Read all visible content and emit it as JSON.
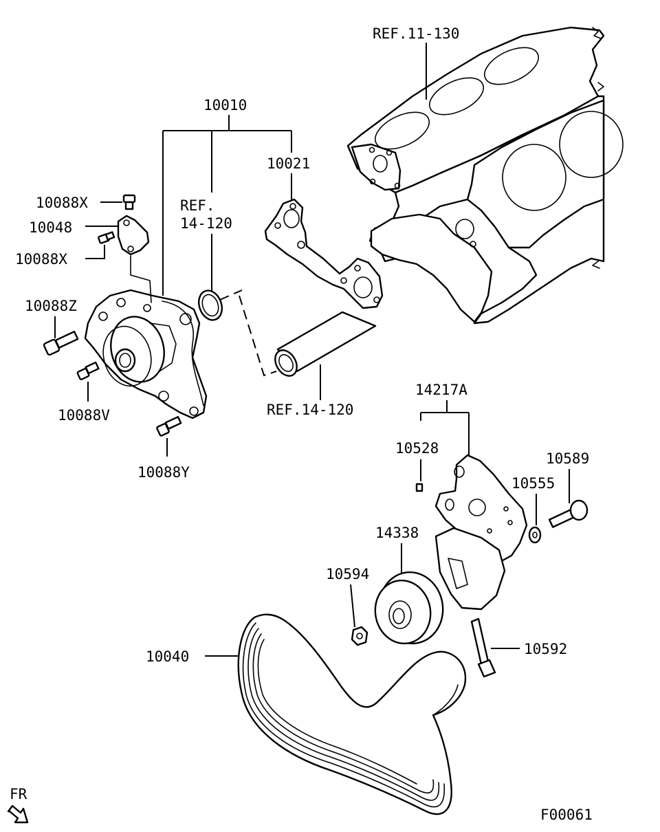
{
  "labels": {
    "ref_11_130": "REF.11-130",
    "p10010": "10010",
    "p10021": "10021",
    "p10088x_top": "10088X",
    "p10048": "10048",
    "p10088x_bottom": "10088X",
    "ref_14_120_a_line1": "REF.",
    "ref_14_120_a_line2": "14-120",
    "p10088z": "10088Z",
    "p10088v": "10088V",
    "p10088y": "10088Y",
    "ref_14_120_b": "REF.14-120",
    "p14217a": "14217A",
    "p10528": "10528",
    "p10589": "10589",
    "p10555": "10555",
    "p14338": "14338",
    "p10594": "10594",
    "p10040": "10040",
    "p10592": "10592",
    "fr": "FR",
    "figure_code": "F00061"
  },
  "icons": {
    "front_direction": "arrow-icon"
  }
}
